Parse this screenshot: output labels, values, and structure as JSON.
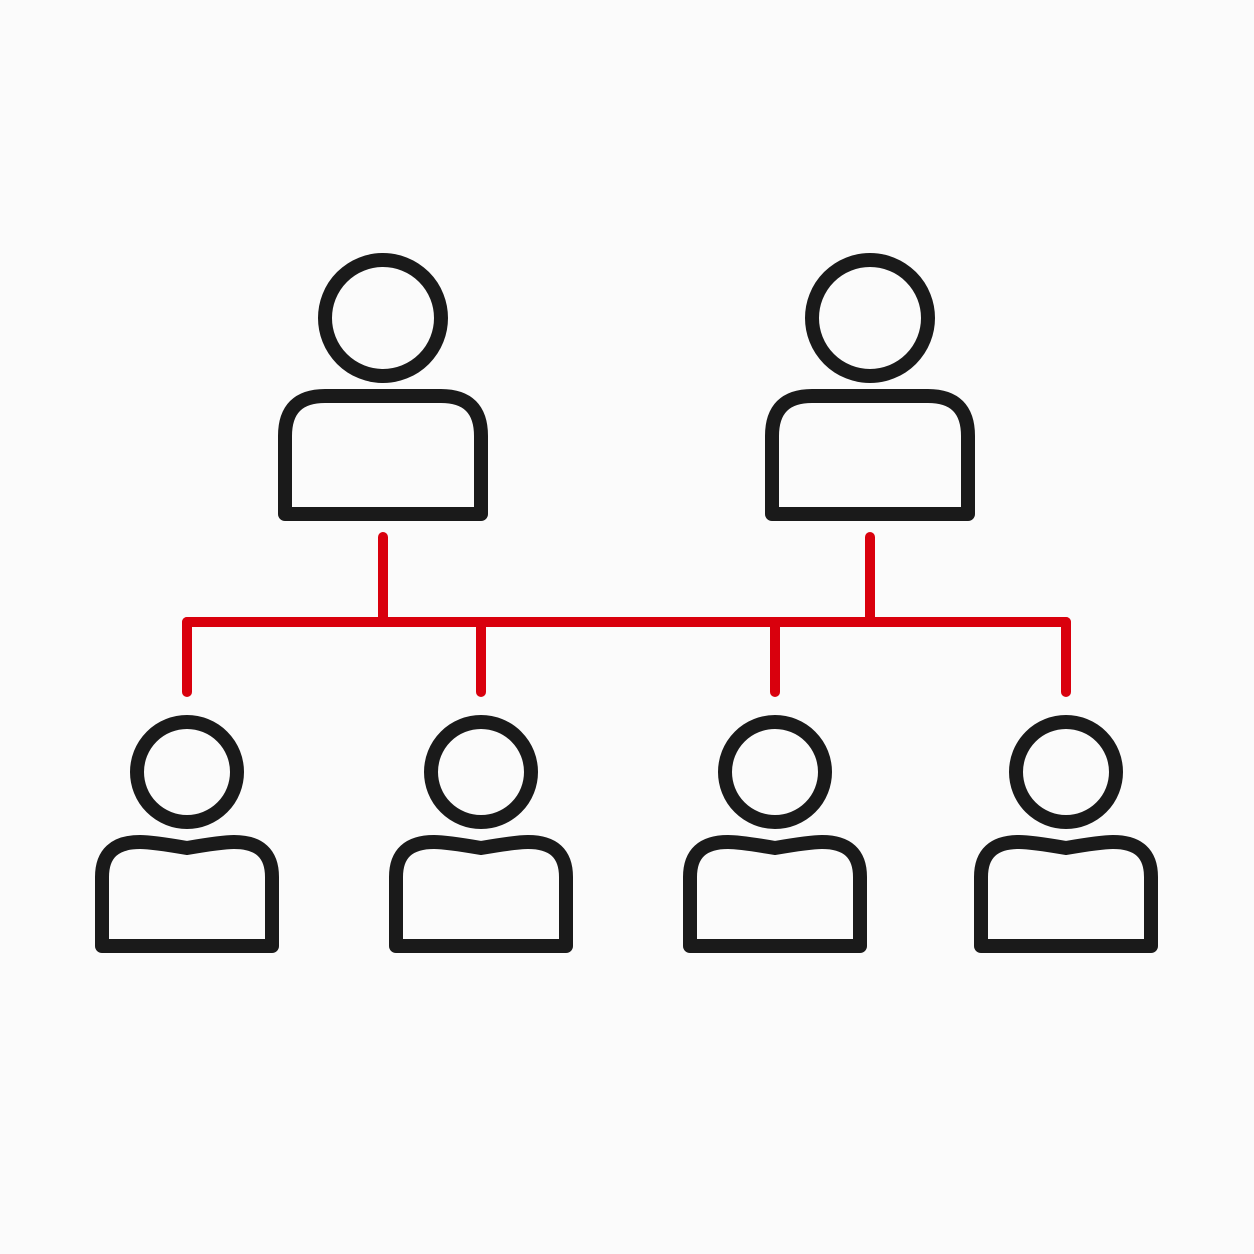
{
  "diagram": {
    "type": "org-hierarchy",
    "colors": {
      "background": "#fbfbfb",
      "person_stroke": "#1a1a1a",
      "connector_stroke": "#d9000d"
    },
    "icons": {
      "person": "person-icon"
    },
    "levels": [
      {
        "level": 1,
        "count": 2
      },
      {
        "level": 2,
        "count": 4
      }
    ],
    "edges": [
      {
        "from": "top-1",
        "to": "bottom-1"
      },
      {
        "from": "top-1",
        "to": "bottom-2"
      },
      {
        "from": "top-1",
        "to": "bottom-3"
      },
      {
        "from": "top-1",
        "to": "bottom-4"
      },
      {
        "from": "top-2",
        "to": "bottom-1"
      },
      {
        "from": "top-2",
        "to": "bottom-2"
      },
      {
        "from": "top-2",
        "to": "bottom-3"
      },
      {
        "from": "top-2",
        "to": "bottom-4"
      }
    ]
  }
}
